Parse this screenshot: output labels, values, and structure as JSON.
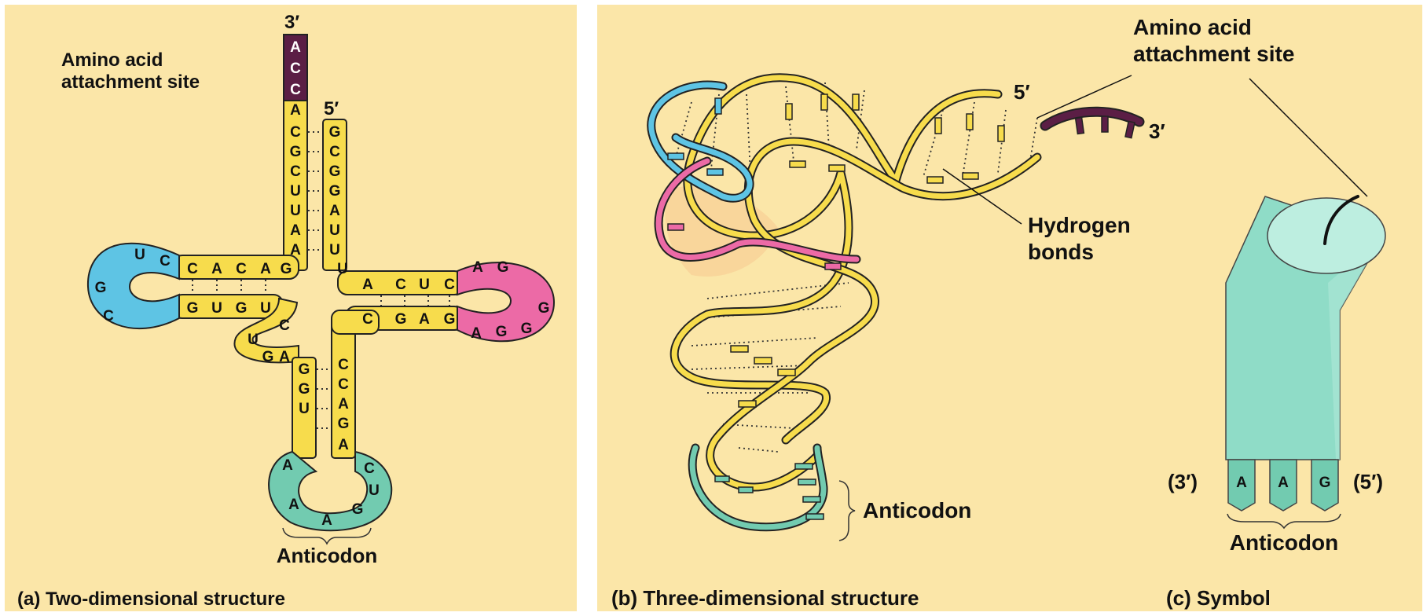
{
  "colors": {
    "panel_bg": "#fbe6a8",
    "stem": "#f7dc4c",
    "acceptor_end": "#5b1e45",
    "d_loop": "#5ec4e4",
    "t_loop": "#ec6aa6",
    "anticodon_loop": "#72cbb0",
    "symbol_body": "#8fdcc7"
  },
  "panel_a": {
    "caption": "(a) Two-dimensional structure",
    "three_prime": "3′",
    "five_prime": "5′",
    "amino_label": [
      "Amino acid",
      "attachment site"
    ],
    "anticodon_label": "Anticodon",
    "sequences": {
      "acceptor_end": [
        "A",
        "C",
        "C"
      ],
      "acceptor_3_strand": [
        "A",
        "C",
        "G",
        "C",
        "U",
        "U",
        "A",
        "A"
      ],
      "acceptor_5_strand": [
        "G",
        "C",
        "G",
        "G",
        "A",
        "U",
        "U",
        "U"
      ],
      "d_stem_top": [
        "G",
        "A",
        "C",
        "A",
        "C"
      ],
      "d_loop": [
        "U",
        "C",
        "G",
        "C"
      ],
      "d_stem_bottom": [
        "G",
        "U",
        "G",
        "U"
      ],
      "variable_loop": [
        "C",
        "U",
        "G",
        "A"
      ],
      "anticodon_stem_left": [
        "G",
        "G",
        "U"
      ],
      "anticodon_stem_right": [
        "C",
        "C",
        "A",
        "G",
        "A"
      ],
      "anticodon_loop": [
        "A",
        "A",
        "A",
        "G",
        "U",
        "C"
      ],
      "t_stem_top": [
        "A",
        "C",
        "U",
        "C"
      ],
      "t_stem_bottom": [
        "C",
        "G",
        "A",
        "G"
      ],
      "t_loop": [
        "A",
        "G",
        "G",
        "G",
        "G",
        "A"
      ]
    }
  },
  "panel_b": {
    "caption": "(b) Three-dimensional structure",
    "five_prime": "5′",
    "three_prime": "3′",
    "hydrogen_label": [
      "Hydrogen",
      "bonds"
    ],
    "anticodon_label": "Anticodon"
  },
  "panel_c": {
    "caption": "(c) Symbol",
    "amino_label": [
      "Amino acid",
      "attachment site"
    ],
    "bases": [
      "A",
      "A",
      "G"
    ],
    "left_end": "(3′)",
    "right_end": "(5′)",
    "anticodon_label": "Anticodon"
  }
}
